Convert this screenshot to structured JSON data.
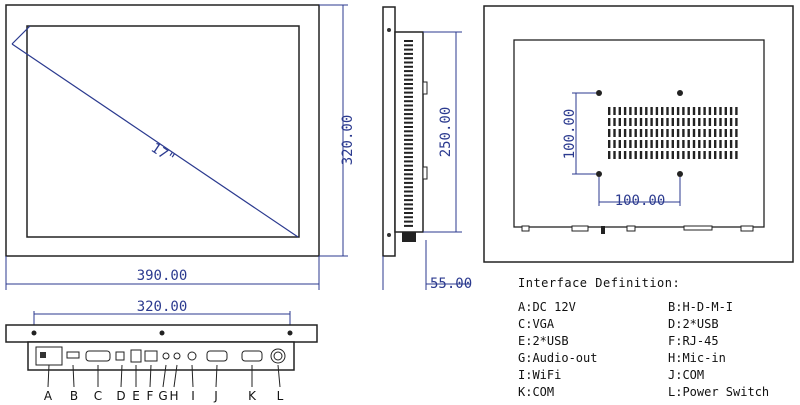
{
  "front_view": {
    "diagonal_label": "17\"",
    "height_dim": "320.00",
    "width_dim": "390.00"
  },
  "side_view": {
    "height_dim": "250.00",
    "depth_dim": "55.00"
  },
  "back_view": {
    "vesa_v_dim": "100.00",
    "vesa_h_dim": "100.00"
  },
  "bottom_view": {
    "width_dim": "320.00",
    "port_letters": [
      "A",
      "B",
      "C",
      "D",
      "E",
      "F",
      "G",
      "H",
      "I",
      "J",
      "K",
      "L"
    ]
  },
  "legend": {
    "title": "Interface Definition:",
    "items": [
      [
        "A:DC 12V",
        "B:H-D-M-I"
      ],
      [
        "C:VGA",
        "D:2*USB"
      ],
      [
        "E:2*USB",
        "F:RJ-45"
      ],
      [
        "G:Audio-out",
        "H:Mic-in"
      ],
      [
        "I:WiFi",
        "J:COM"
      ],
      [
        "K:COM",
        "L:Power Switch"
      ]
    ]
  }
}
